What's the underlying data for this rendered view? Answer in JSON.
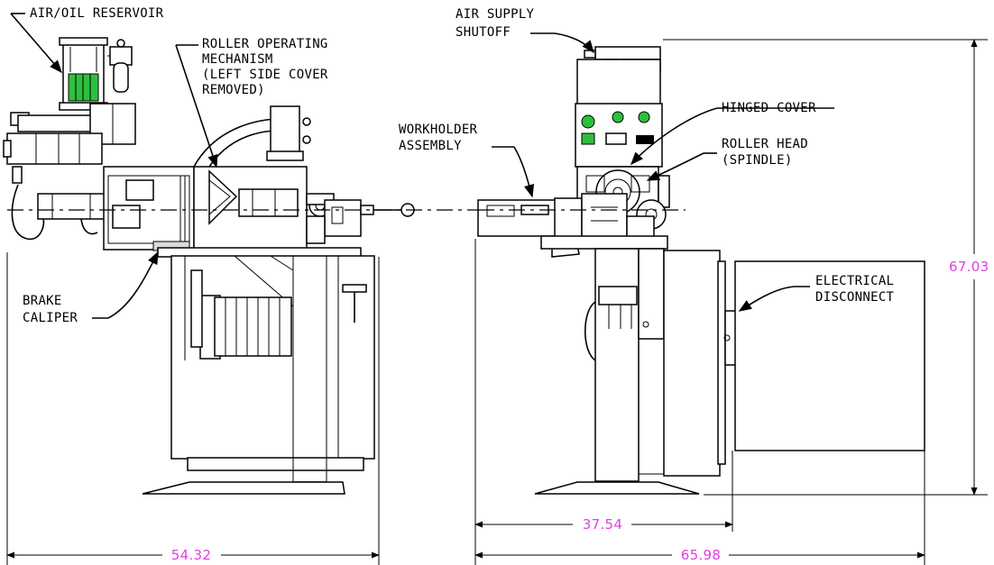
{
  "labels": {
    "air_oil_reservoir": "AIR/OIL RESERVOIR",
    "roller_mech_1": "ROLLER OPERATING",
    "roller_mech_2": "MECHANISM",
    "roller_mech_3": "(LEFT SIDE COVER",
    "roller_mech_4": "REMOVED)",
    "air_supply_1": "AIR SUPPLY",
    "air_supply_2": "SHUTOFF",
    "hinged_cover": "HINGED COVER",
    "workholder_1": "WORKHOLDER",
    "workholder_2": "ASSEMBLY",
    "roller_head_1": "ROLLER HEAD",
    "roller_head_2": "(SPINDLE)",
    "brake_1": "BRAKE",
    "brake_2": "CALIPER",
    "electrical_1": "ELECTRICAL",
    "electrical_2": "DISCONNECT"
  },
  "dimensions": {
    "left_width": "54.32",
    "right_partial": "37.54",
    "right_width": "65.98",
    "height": "67.03"
  },
  "colors": {
    "line": "#000000",
    "dimension_text": "#e040e0",
    "reservoir_accent": "#2fbf3f",
    "indicator_green": "#2fbf3f"
  }
}
